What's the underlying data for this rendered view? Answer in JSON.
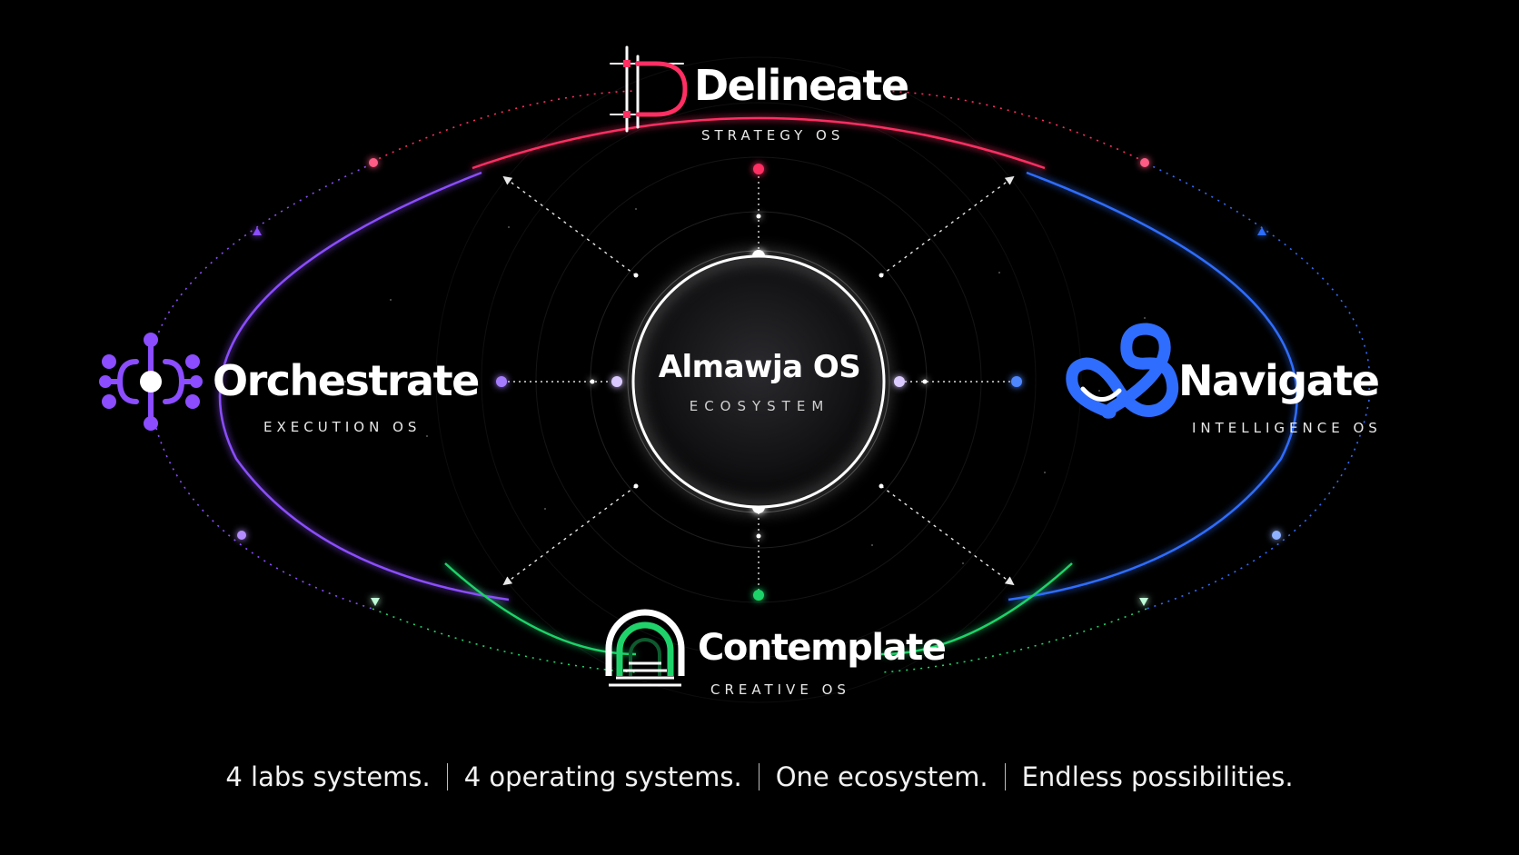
{
  "center": {
    "title": "Almawja OS",
    "subtitle": "ECOSYSTEM"
  },
  "nodes": [
    {
      "id": "delineate",
      "name": "Delineate",
      "subtitle": "STRATEGY OS",
      "color": "#ff2e63",
      "icon": "delineate-d-icon"
    },
    {
      "id": "orchestrate",
      "name": "Orchestrate",
      "subtitle": "EXECUTION OS",
      "color": "#8b4dff",
      "icon": "orchestrate-hub-icon"
    },
    {
      "id": "navigate",
      "name": "Navigate",
      "subtitle": "INTELLIGENCE OS",
      "color": "#2f6dff",
      "icon": "navigate-loop-icon"
    },
    {
      "id": "contemplate",
      "name": "Contemplate",
      "subtitle": "CREATIVE OS",
      "color": "#1fd36a",
      "icon": "contemplate-arch-icon"
    }
  ],
  "tagline": [
    "4 labs systems.",
    "4 operating systems.",
    "One ecosystem.",
    "Endless possibilities."
  ],
  "colors": {
    "background": "#000000",
    "center_glow": "#ffffff"
  }
}
